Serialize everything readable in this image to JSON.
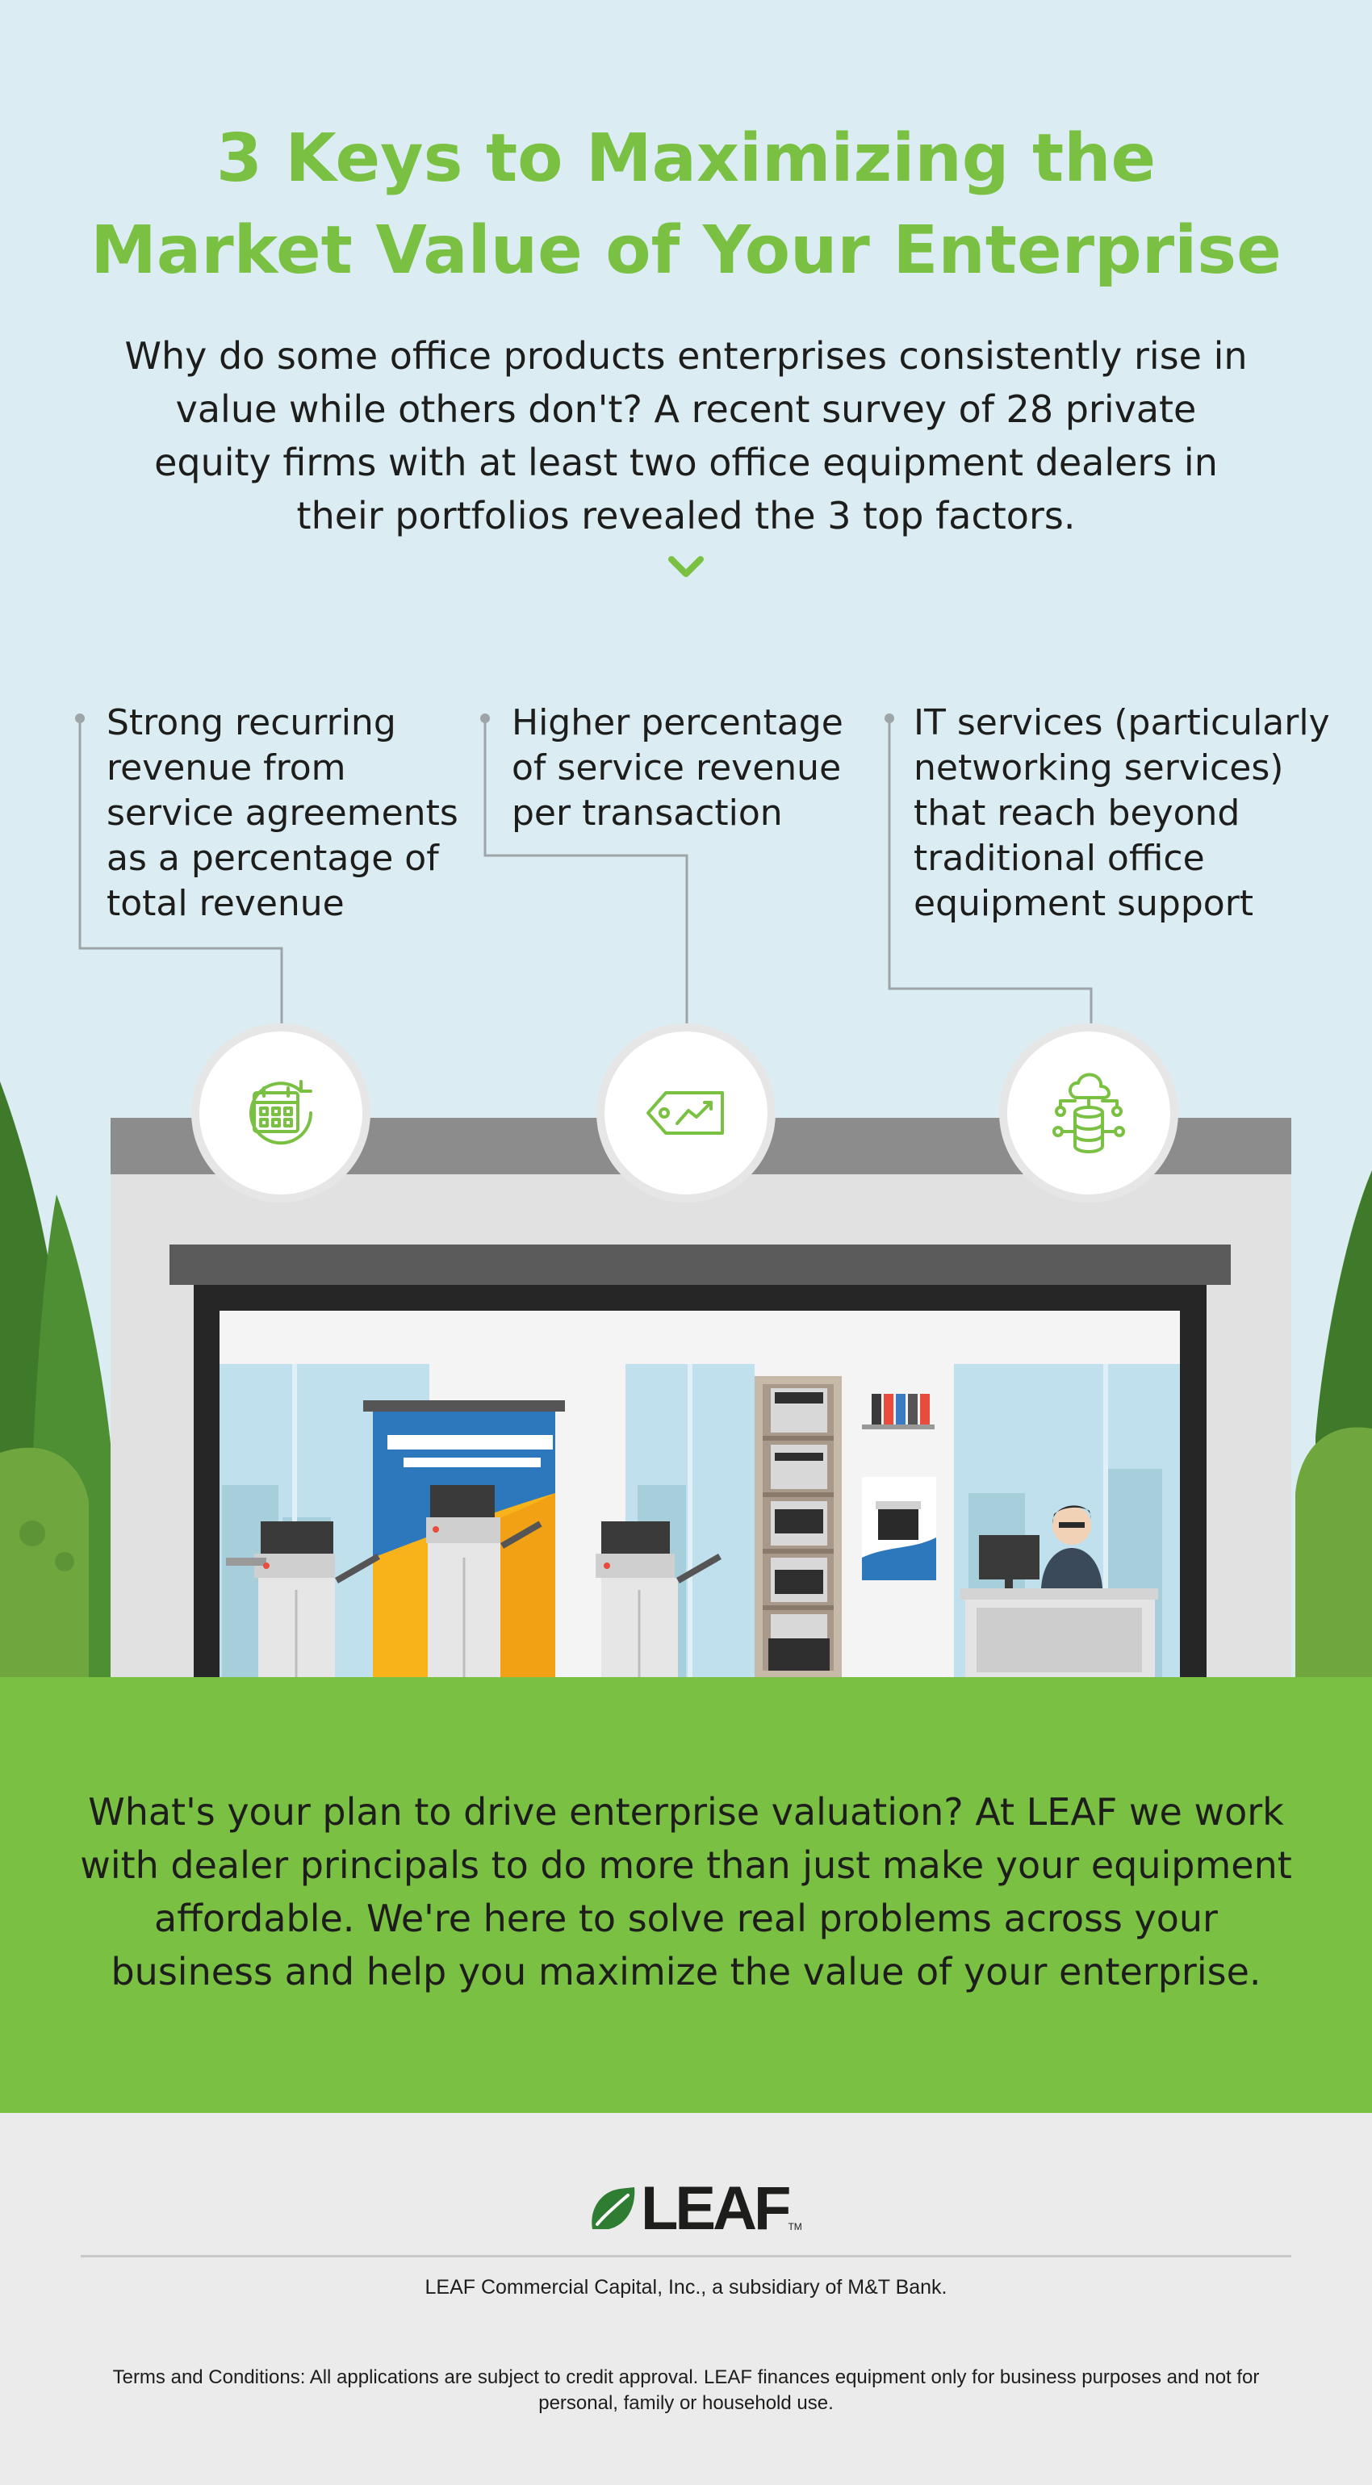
{
  "header": {
    "title_line1": "3 Keys to Maximizing the",
    "title_line2": "Market Value of Your Enterprise",
    "intro": "Why do some office products enterprises consistently rise in value while others don't? A recent survey of 28 private equity firms with at least two office equipment dealers in their portfolios revealed the 3 top factors."
  },
  "keys": [
    {
      "text": "Strong recurring revenue from service agreements as a percentage of total revenue",
      "icon": "calendar-cycle-icon"
    },
    {
      "text": "Higher percentage of service revenue per transaction",
      "icon": "price-tag-chart-icon"
    },
    {
      "text": "IT services (particularly networking services) that reach beyond traditional office equipment support",
      "icon": "cloud-database-network-icon"
    }
  ],
  "cta": {
    "text": "What's your plan to drive enterprise valuation? At LEAF we work with dealer principals to do more than just make your equipment affordable. We're here to solve real problems across your business and help you maximize the value of your enterprise."
  },
  "footer": {
    "logo_text": "LEAF",
    "logo_tm": "TM",
    "subsidiary": "LEAF Commercial Capital, Inc., a subsidiary of M&T Bank.",
    "terms": "Terms and Conditions: All applications are subject to credit approval. LEAF finances equipment only for business purposes and not for personal, family or household use."
  },
  "colors": {
    "brand_green": "#7ac143",
    "sky": "#dbedf3",
    "text": "#1d1d1b",
    "footer_bg": "#ebebeb"
  }
}
